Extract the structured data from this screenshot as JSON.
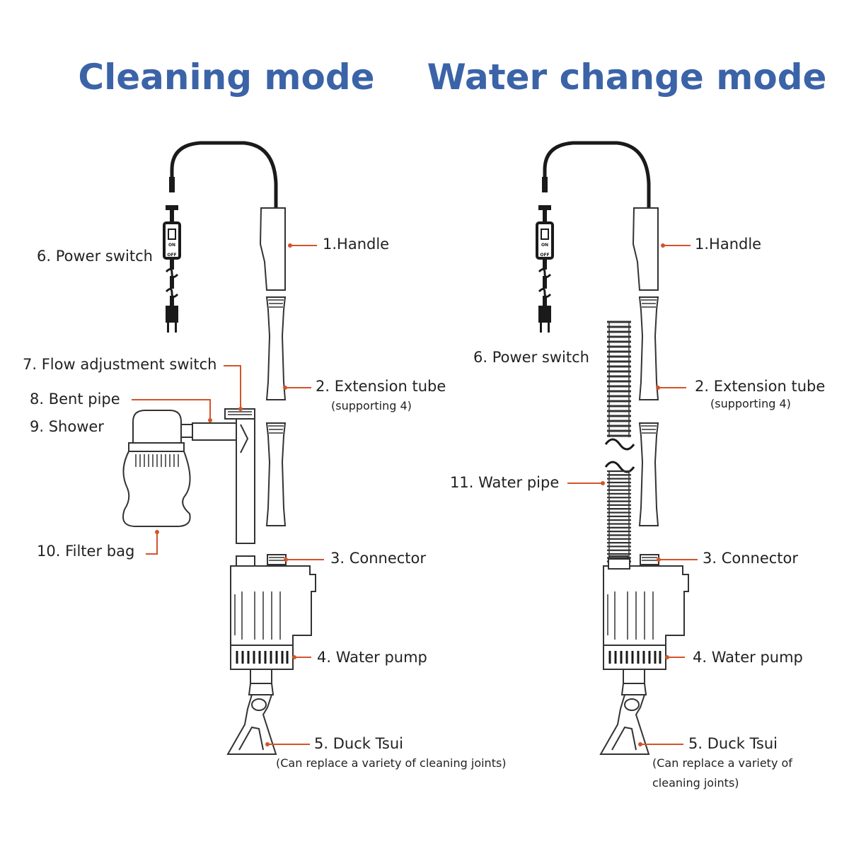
{
  "colors": {
    "title": "#3b63a8",
    "text": "#222222",
    "leader": "#d2542a",
    "outline": "#333333"
  },
  "cleaning": {
    "title": "Cleaning mode",
    "labels": {
      "handle": "1.Handle",
      "extension": "2. Extension tube",
      "extension_note": "(supporting 4)",
      "connector": "3. Connector",
      "pump": "4. Water pump",
      "duck": "5. Duck Tsui",
      "duck_note": "(Can replace a variety of cleaning joints)",
      "power": "6. Power switch",
      "flow": "7. Flow adjustment switch",
      "bent": "8. Bent pipe",
      "shower": "9. Shower",
      "filter": "10. Filter bag"
    }
  },
  "water_change": {
    "title": "Water change mode",
    "labels": {
      "handle": "1.Handle",
      "extension": "2. Extension tube",
      "extension_note": "(supporting 4)",
      "connector": "3. Connector",
      "pump": "4. Water pump",
      "duck": "5. Duck Tsui",
      "duck_note_line1": "(Can replace a variety of",
      "duck_note_line2": "cleaning joints)",
      "power": "6. Power switch",
      "water_pipe": "11. Water pipe"
    }
  },
  "switch_marks": {
    "on": "ON",
    "off": "OFF"
  }
}
